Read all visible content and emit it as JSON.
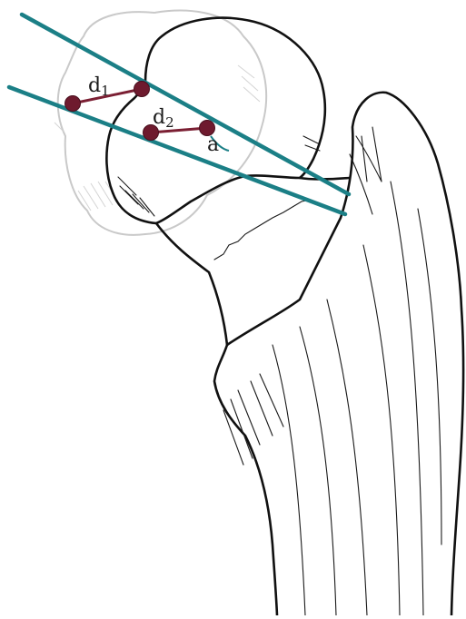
{
  "labels": {
    "d1_main": "d",
    "d1_sub": "1",
    "d2_main": "d",
    "d2_sub": "2",
    "angle": "a"
  },
  "colors": {
    "axis_lines": "#1b7f86",
    "distance_markers": "#6e1a2e",
    "bone_outline": "#111111",
    "ghost_outline": "#c9c9c9"
  }
}
